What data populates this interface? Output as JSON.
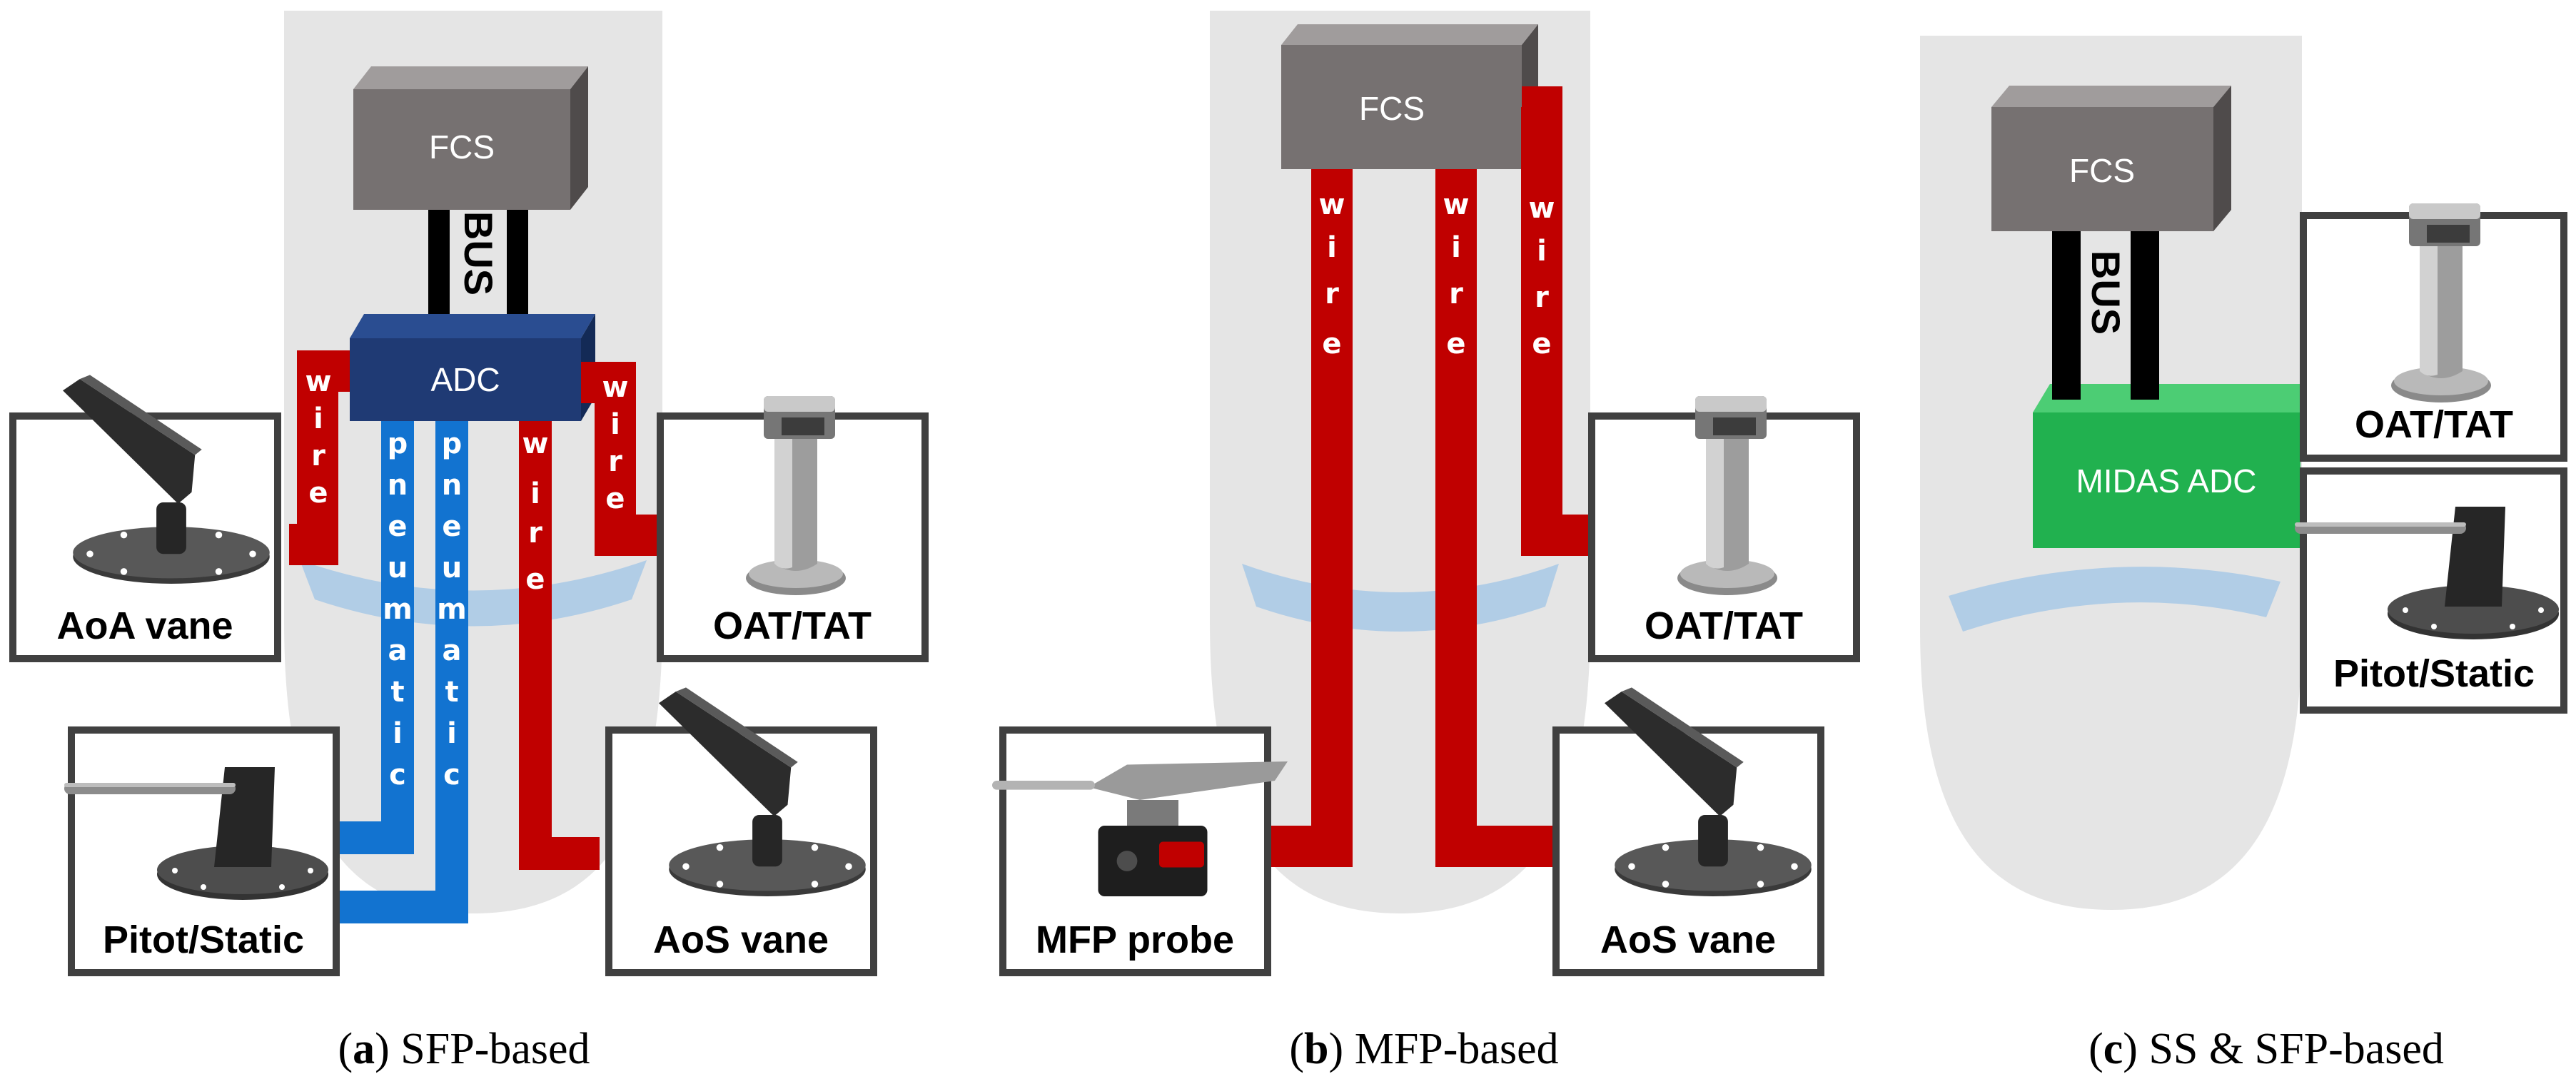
{
  "colors": {
    "fuselage": "#e5e5e5",
    "fcs_box": "#767171",
    "adc_box": "#1f3a74",
    "midas_box": "#21b14f",
    "wire": "#c00000",
    "pneumatic": "#1273d0",
    "bus": "#000000",
    "window": "#9fc4e6",
    "frame": "#404040"
  },
  "icons": {
    "vane": "vane-icon",
    "temperature_probe": "temperature-probe-icon",
    "pitot_probe": "pitot-static-probe-icon",
    "mfp_probe": "multi-function-probe-icon"
  },
  "panel_a": {
    "fcs": "FCS",
    "bus": "BUS",
    "adc": "ADC",
    "wire": [
      "w",
      "i",
      "r",
      "e"
    ],
    "pneumatic": [
      "p",
      "n",
      "e",
      "u",
      "m",
      "a",
      "t",
      "i",
      "c"
    ],
    "aoa_vane": "AoA vane",
    "oat_tat": "OAT/TAT",
    "pitot_static": "Pitot/Static",
    "aos_vane": "AoS vane",
    "caption_letter": "(a)",
    "caption_text": "SFP-based"
  },
  "panel_b": {
    "fcs": "FCS",
    "wire": [
      "w",
      "i",
      "r",
      "e"
    ],
    "oat_tat": "OAT/TAT",
    "mfp_probe": "MFP probe",
    "aos_vane": "AoS vane",
    "caption_letter": "(b)",
    "caption_text": "MFP-based"
  },
  "panel_c": {
    "fcs": "FCS",
    "bus": "BUS",
    "midas_adc": "MIDAS ADC",
    "oat_tat": "OAT/TAT",
    "pitot_static": "Pitot/Static",
    "caption_letter": "(c)",
    "caption_text": "SS & SFP-based"
  }
}
